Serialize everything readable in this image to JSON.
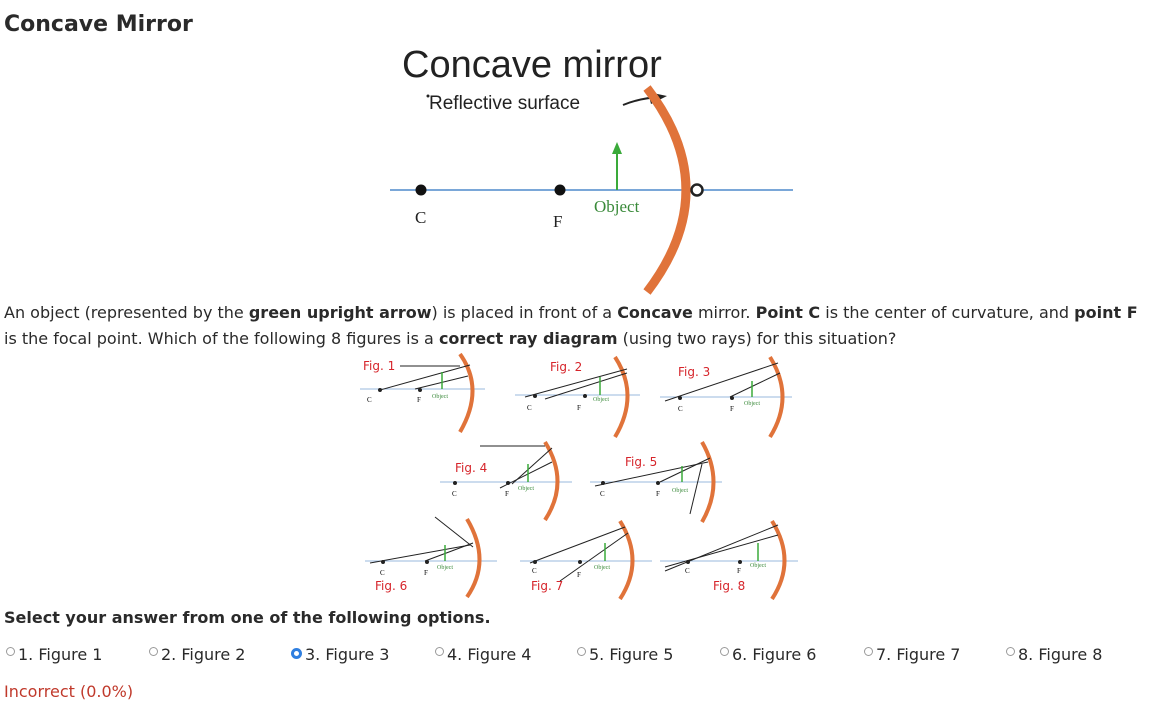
{
  "page": {
    "title": "Concave Mirror"
  },
  "main_figure": {
    "title": "Concave mirror",
    "surface_label": "Reflective surface",
    "point_c": "C",
    "point_f": "F",
    "object_label": "Object",
    "colors": {
      "mirror": "#e0733a",
      "axis": "#7aa7d8",
      "object": "#3aaa3a"
    }
  },
  "question": {
    "p1": "An object (represented by the ",
    "b1": "green upright arrow",
    "p2": ") is placed in front of a ",
    "b2": "Concave",
    "p3": " mirror.  ",
    "b3": "Point C",
    "p4": " is the center of curvature, and ",
    "b4": "point F",
    "p5": " is the focal point.  Which of the following 8 figures is a ",
    "b5": "correct ray diagram",
    "p6": " (using two rays) for this situation?"
  },
  "figures": {
    "fig1": "Fig. 1",
    "fig2": "Fig. 2",
    "fig3": "Fig. 3",
    "fig4": "Fig. 4",
    "fig5": "Fig. 5",
    "fig6": "Fig. 6",
    "fig7": "Fig. 7",
    "fig8": "Fig. 8",
    "c": "C",
    "f": "F",
    "object": "Object"
  },
  "answer": {
    "prompt": "Select your answer from one of the following options.",
    "options": [
      "1. Figure 1",
      "2. Figure 2",
      "3. Figure 3",
      "4. Figure 4",
      "5. Figure 5",
      "6. Figure 6",
      "7. Figure 7",
      "8. Figure 8"
    ],
    "selected": "3. Figure 3",
    "feedback": "Incorrect (0.0%)",
    "feedback_color": "#c0392b",
    "selected_color": "#2f7fe0"
  }
}
